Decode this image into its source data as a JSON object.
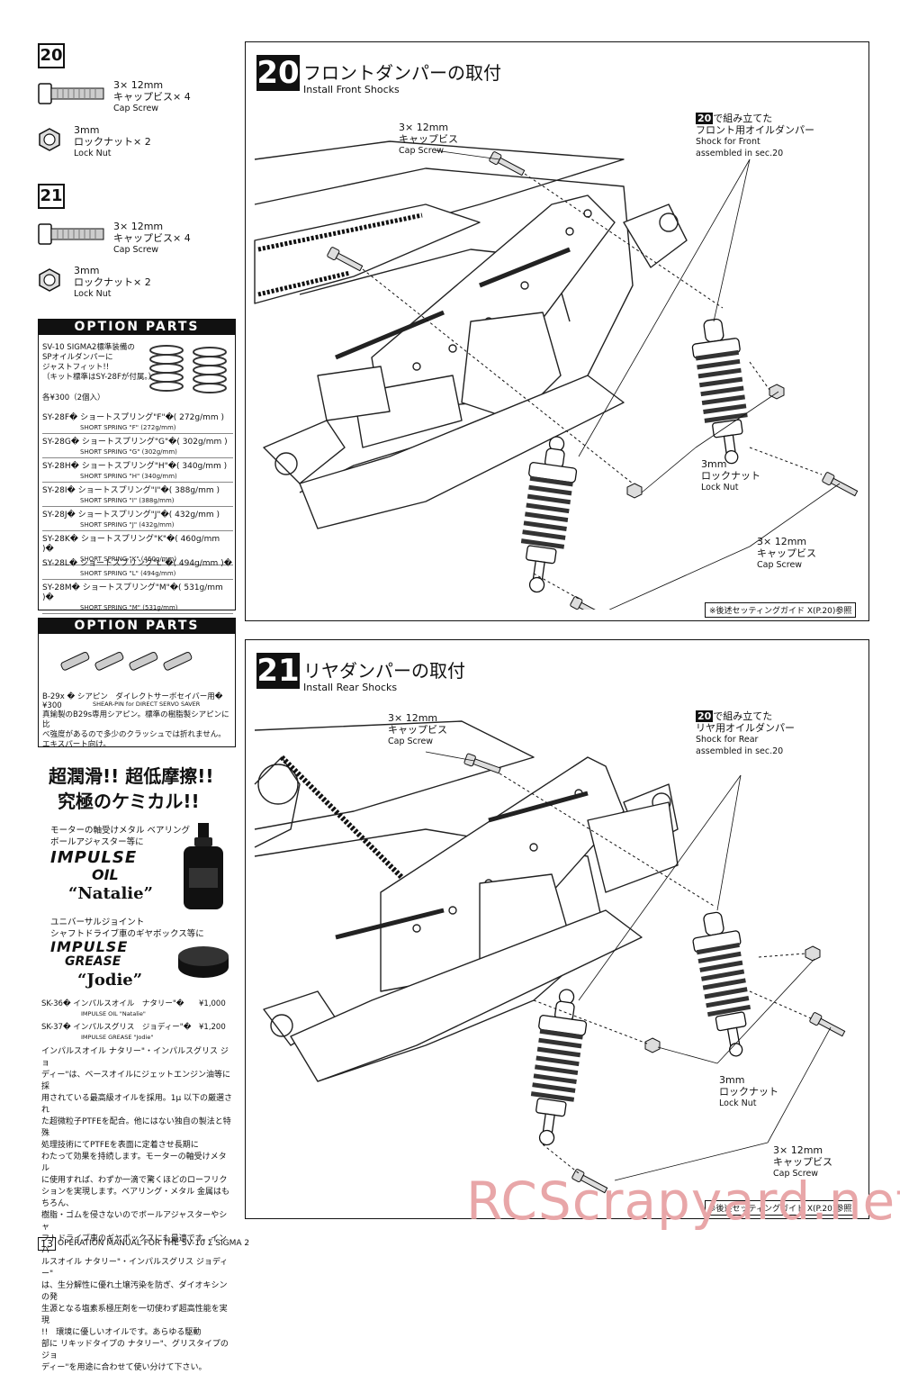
{
  "left_column": {
    "step20": {
      "badge": "20",
      "parts": [
        {
          "size": "3× 12mm",
          "jp": "キャップビス× 4",
          "en": "Cap Screw"
        },
        {
          "size": "3mm",
          "jp": "ロックナット× 2",
          "en": "Lock Nut"
        }
      ]
    },
    "step21": {
      "badge": "21",
      "parts": [
        {
          "size": "3× 12mm",
          "jp": "キャップビス× 4",
          "en": "Cap Screw"
        },
        {
          "size": "3mm",
          "jp": "ロックナット× 2",
          "en": "Lock Nut"
        }
      ]
    },
    "option1": {
      "header": "OPTION PARTS",
      "intro": [
        "SV-10 SIGMA2標準装備の",
        "SPオイルダンパーに",
        "ジャストフィット!!",
        "（キット標準はSY-28Fが付属。）"
      ],
      "price": "各¥300（2個入）",
      "springs": [
        {
          "code": "SY-28F�",
          "jp": "ショートスプリング\"F\"�( 272g/mm )",
          "en": "SHORT SPRING \"F\" (272g/mm)"
        },
        {
          "code": "SY-28G�",
          "jp": "ショートスプリング\"G\"�( 302g/mm )",
          "en": "SHORT SPRING \"G\" (302g/mm)"
        },
        {
          "code": "SY-28H�",
          "jp": "ショートスプリング\"H\"�( 340g/mm )",
          "en": "SHORT SPRING \"H\" (340g/mm)"
        },
        {
          "code": "SY-28I�",
          "jp": "ショートスプリング\"I\"�( 388g/mm )",
          "en": "SHORT SPRING \"I\" (388g/mm)"
        },
        {
          "code": "SY-28J�",
          "jp": "ショートスプリング\"J\"�( 432g/mm )",
          "en": "SHORT SPRING \"J\" (432g/mm)"
        },
        {
          "code": "SY-28K�",
          "jp": "ショートスプリング\"K\"�( 460g/mm )�",
          "en": "SHORT SPRING \"K\" (460g/mm)"
        },
        {
          "code": "SY-28L�",
          "jp": "ショートスプリング\"L\"�( 494g/mm )�",
          "en": "SHORT SPRING \"L\" (494g/mm)"
        },
        {
          "code": "SY-28M�",
          "jp": "ショートスプリング\"M\"�( 531g/mm )�",
          "en": "SHORT SPRING \"M\" (531g/mm)"
        }
      ]
    },
    "option2": {
      "header": "OPTION PARTS",
      "code": "B-29x � シアピン　ダイレクトサーボセイバー用� ¥300",
      "en": "SHEAR-PIN for DIRECT SERVO SAVER",
      "desc": [
        "真鍮製のB29s専用シアピン。標準の樹脂製シアピンに比",
        "べ強度があるので多少のクラッシュでは折れません。",
        "エキスパート向け。"
      ]
    },
    "chem": {
      "headline1": "超潤滑!! 超低摩擦!!",
      "headline2": "究極のケミカル!!",
      "oil_lead": [
        "モーターの軸受けメタル ベアリング",
        "ボールアジャスター等に"
      ],
      "oil_brand": "IMPULSE",
      "oil_type": "OIL",
      "oil_name": "“Natalie”",
      "grease_lead": [
        "ユニバーサルジョイント",
        "シャフトドライブ車のギヤボックス等に"
      ],
      "grease_brand": "IMPULSE",
      "grease_type": "GREASE",
      "grease_name": "“Jodie”",
      "items": [
        {
          "code": "SK-36�",
          "jp": "インパルスオイル　ナタリー\"�",
          "price": "¥1,000",
          "en": "IMPULSE OIL \"Natalie\""
        },
        {
          "code": "SK-37�",
          "jp": "インパルスグリス　ジョディー\"�",
          "price": "¥1,200",
          "en": "IMPULSE GREASE \"Jodie\""
        }
      ],
      "body": [
        "インパルスオイル ナタリー\"・インパルスグリス ジョ",
        "ディー\"は、ベースオイルにジェットエンジン油等に採",
        "用されている最高級オイルを採用。1μ 以下の厳選され",
        "た超微粒子PTFEを配合。他にはない独自の製法と特殊",
        "処理技術にてPTFEを表面に定着させ長期に",
        "わたって効果を持続します。モーターの軸受けメタル",
        "に使用すれば、わずか一滴で驚くほどのローフリク",
        "ションを実現します。ベアリング・メタル 金属はもちろん、",
        "樹脂・ゴムを侵さないのでボールアジャスターやシャ",
        "フトドライブ車のギヤボックスにも最適です。インパ",
        "ルスオイル ナタリー\"・インパルスグリス ジョディー\"",
        "は、生分解性に優れ土壌汚染を防ぎ、ダイオキシンの発",
        "生源となる塩素系極圧剤を一切使わず超高性能を実現",
        "!!　環境に優しいオイルです。あらゆる駆動",
        "部に リキッドタイプの ナタリー\"、グリスタイプの ジョ",
        "ディー\"を用途に合わせて使い分けて下さい。"
      ]
    }
  },
  "panel20": {
    "badge": "20",
    "title_jp": "フロントダンパーの取付",
    "title_en": "Install Front Shocks",
    "callouts": {
      "screw_top": {
        "size": "3× 12mm",
        "jp": "キャップビス",
        "en": "Cap Screw"
      },
      "shock": {
        "badge": "20",
        "jp1": "で組み立てた",
        "jp2": "フロント用オイルダンパー",
        "en1": "Shock for Front",
        "en2": "assembled in sec.20"
      },
      "nut": {
        "size": "3mm",
        "jp": "ロックナット",
        "en": "Lock Nut"
      },
      "screw_bottom": {
        "size": "3× 12mm",
        "jp": "キャップビス",
        "en": "Cap Screw"
      }
    },
    "ref": "※後述セッティングガイド X(P.20)参照"
  },
  "panel21": {
    "badge": "21",
    "title_jp": "リヤダンパーの取付",
    "title_en": "Install Rear Shocks",
    "callouts": {
      "screw_top": {
        "size": "3× 12mm",
        "jp": "キャップビス",
        "en": "Cap Screw"
      },
      "shock": {
        "badge": "20",
        "jp1": "で組み立てた",
        "jp2": "リヤ用オイルダンパー",
        "en1": "Shock for Rear",
        "en2": "assembled in sec.20"
      },
      "nut": {
        "size": "3mm",
        "jp": "ロックナット",
        "en": "Lock Nut"
      },
      "screw_bottom": {
        "size": "3× 12mm",
        "jp": "キャップビス",
        "en": "Cap Screw"
      }
    },
    "ref": "※後述セッティングガイド X(P.20)参照"
  },
  "footer": {
    "page": "13",
    "text": "OPERATION MANUAL FOR THE SV-10 Σ SIGMA 2"
  },
  "watermark": "RCScrapyard.net"
}
